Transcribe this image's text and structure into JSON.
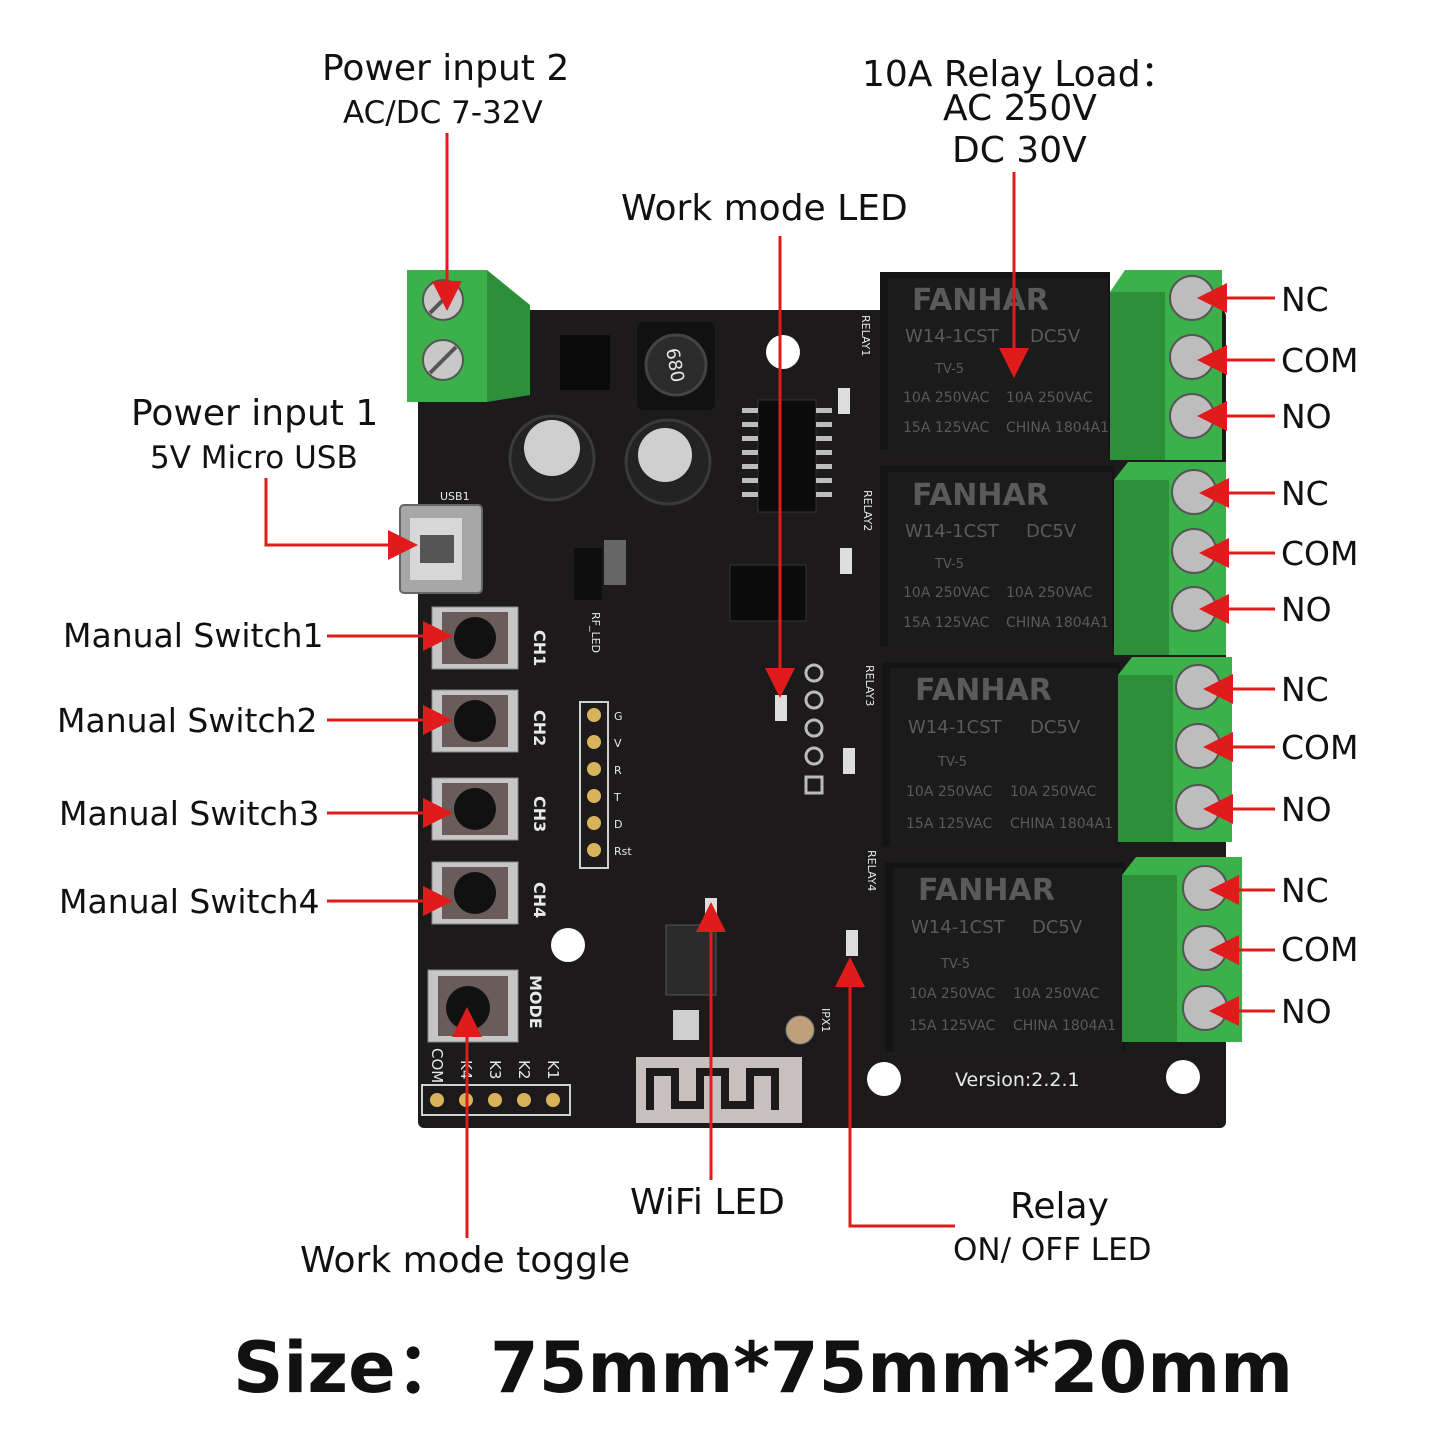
{
  "labels": {
    "power2_title": "Power input 2",
    "power2_sub": "AC/DC 7-32V",
    "relay_load_l1": "10A Relay Load：",
    "relay_load_l2": "AC 250V",
    "relay_load_l3": "DC 30V",
    "work_mode_led": "Work mode  LED",
    "power1_title": "Power input 1",
    "power1_sub": "5V Micro USB",
    "switch1": "Manual Switch1",
    "switch2": "Manual Switch2",
    "switch3": "Manual Switch3",
    "switch4": "Manual Switch4",
    "wifi_led": "WiFi LED",
    "relay_led_l1": "Relay",
    "relay_led_l2": "ON/ OFF LED",
    "work_mode_toggle": "Work mode toggle",
    "size": "Size： 75mm*75mm*20mm"
  },
  "terminals": [
    {
      "nc": "NC",
      "com": "COM",
      "no": "NO"
    },
    {
      "nc": "NC",
      "com": "COM",
      "no": "NO"
    },
    {
      "nc": "NC",
      "com": "COM",
      "no": "NO"
    },
    {
      "nc": "NC",
      "com": "COM",
      "no": "NO"
    }
  ],
  "relay": {
    "brand": "FANHAR",
    "model": "W14-1CST",
    "voltage": "DC5V",
    "rating_a": "10A 250VAC",
    "rating_b": "15A 125VAC",
    "rating_c": "10A 250VAC",
    "origin": "CHINA 1804A1",
    "cert": "TV-5"
  },
  "pcb": {
    "version": "Version:2.2.1",
    "ch": [
      "CH1",
      "CH2",
      "CH3",
      "CH4"
    ],
    "mode": "MODE",
    "header_k": [
      "COM",
      "K4",
      "K3",
      "K2",
      "K1"
    ],
    "header_j": [
      "G",
      "V",
      "R",
      "T",
      "D",
      "Rst"
    ],
    "rf_led": "RF_LED",
    "usb": "USB1",
    "ipx": "IPX1",
    "inductor": "680",
    "relay_ids": [
      "RELAY1",
      "RELAY2",
      "RELAY3",
      "RELAY4"
    ]
  },
  "colors": {
    "arrow": "#e01b1b",
    "pcb": "#1d1a1b",
    "terminal": "#3cb04a",
    "relay": "#141414"
  }
}
